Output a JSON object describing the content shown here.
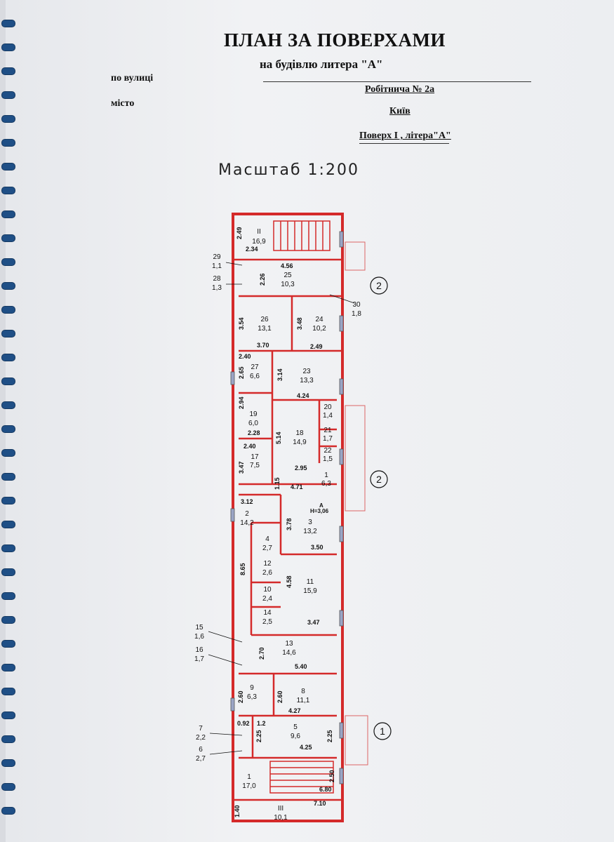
{
  "header": {
    "title": "ПЛАН ЗА ПОВЕРХАМИ",
    "subtitle": "на будівлю литера \"А\"",
    "street_label": "по вулиці",
    "city_label": "місто",
    "street_value": "Робітнича  № 2а",
    "city_value": "Київ",
    "floor_value": "Поверх I , літера\"А\"",
    "scale": "Масштаб 1:200"
  },
  "rooms": [
    {
      "num": "II",
      "area": "16,9"
    },
    {
      "num": "29",
      "area": "1,1"
    },
    {
      "num": "28",
      "area": "1,3"
    },
    {
      "num": "25",
      "area": "10,3"
    },
    {
      "num": "30",
      "area": "1,8"
    },
    {
      "num": "26",
      "area": "13,1"
    },
    {
      "num": "24",
      "area": "10,2"
    },
    {
      "num": "27",
      "area": "6,6"
    },
    {
      "num": "23",
      "area": "13,3"
    },
    {
      "num": "19",
      "area": "6,0"
    },
    {
      "num": "18",
      "area": "14,9"
    },
    {
      "num": "20",
      "area": "1,4"
    },
    {
      "num": "21",
      "area": "1,7"
    },
    {
      "num": "22",
      "area": "1,5"
    },
    {
      "num": "17",
      "area": "7,5"
    },
    {
      "num": "1",
      "area": "6,3"
    },
    {
      "num": "2",
      "area": "14,2"
    },
    {
      "num": "3",
      "area": "13,2"
    },
    {
      "num": "4",
      "area": "2,7"
    },
    {
      "num": "12",
      "area": "2,6"
    },
    {
      "num": "11",
      "area": "15,9"
    },
    {
      "num": "10",
      "area": "2,4"
    },
    {
      "num": "14",
      "area": "2,5"
    },
    {
      "num": "15",
      "area": "1,6"
    },
    {
      "num": "13",
      "area": "14,6"
    },
    {
      "num": "16",
      "area": "1,7"
    },
    {
      "num": "9",
      "area": "6,3"
    },
    {
      "num": "8",
      "area": "11,1"
    },
    {
      "num": "7",
      "area": "2,2"
    },
    {
      "num": "5",
      "area": "9,6"
    },
    {
      "num": "6",
      "area": "2,7"
    },
    {
      "num": "1",
      "area": "17,0"
    },
    {
      "num": "III",
      "area": "10,1"
    }
  ],
  "dimensions": [
    "2.49",
    "2.34",
    "4.56",
    "2.26",
    "3.54",
    "3.48",
    "3.70",
    "2.49",
    "2.40",
    "2.65",
    "3.14",
    "4.24",
    "2.94",
    "2.28",
    "5.14",
    "2.40",
    "3.47",
    "2.95",
    "1.15",
    "4.71",
    "3.12",
    "3.78",
    "3.50",
    "8.65",
    "4.58",
    "3.47",
    "2.70",
    "5.40",
    "2.60",
    "2.60",
    "4.27",
    "0.92",
    "1.2",
    "2.25",
    "2.25",
    "4.25",
    "2.50",
    "6.80",
    "7.10",
    "1.40"
  ],
  "liter": {
    "name": "А",
    "height": "Н=3,06"
  },
  "entrances": [
    "2",
    "2",
    "1"
  ]
}
